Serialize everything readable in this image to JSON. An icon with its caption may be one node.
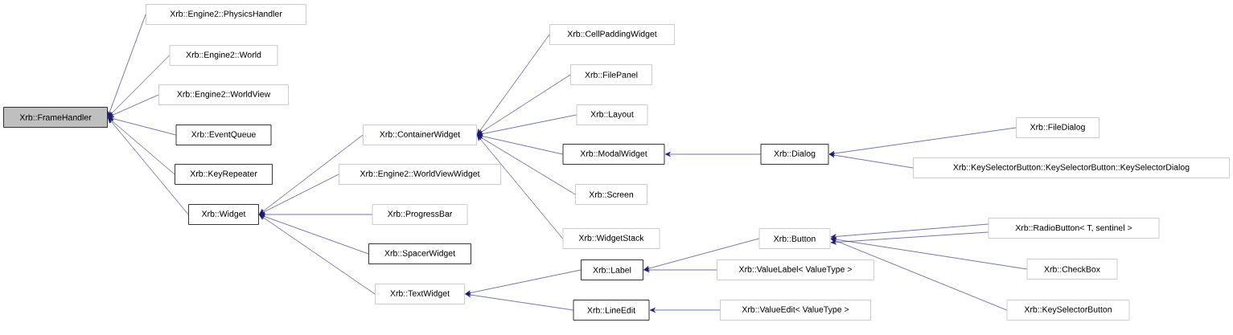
{
  "diagram": {
    "nodes": [
      {
        "text": [
          "Xrb::FrameHandler"
        ]
      },
      {
        "text": [
          "Xrb::Engine2::PhysicsHandler"
        ]
      },
      {
        "text": [
          "Xrb::Engine2::World"
        ]
      },
      {
        "text": [
          "Xrb::Engine2::WorldView"
        ]
      },
      {
        "text": [
          "Xrb::EventQueue"
        ]
      },
      {
        "text": [
          "Xrb::KeyRepeater"
        ]
      },
      {
        "text": [
          "Xrb::Widget"
        ]
      },
      {
        "text": [
          "Xrb::ContainerWidget"
        ]
      },
      {
        "text": [
          "Xrb::Engine2::WorldViewWidget"
        ]
      },
      {
        "text": [
          "Xrb::ProgressBar"
        ]
      },
      {
        "text": [
          "Xrb::SpacerWidget"
        ]
      },
      {
        "text": [
          "Xrb::TextWidget"
        ]
      },
      {
        "text": [
          "Xrb::CellPaddingWidget"
        ]
      },
      {
        "text": [
          "Xrb::FilePanel"
        ]
      },
      {
        "text": [
          "Xrb::Layout"
        ]
      },
      {
        "text": [
          "Xrb::ModalWidget"
        ]
      },
      {
        "text": [
          "Xrb::Screen"
        ]
      },
      {
        "text": [
          "Xrb::WidgetStack"
        ]
      },
      {
        "text": [
          "Xrb::Dialog"
        ]
      },
      {
        "text": [
          "Xrb::Button"
        ]
      },
      {
        "text": [
          "Xrb::Label"
        ]
      },
      {
        "text": [
          "Xrb::LineEdit"
        ]
      },
      {
        "text": [
          "Xrb::FileDialog"
        ]
      },
      {
        "text": [
          "Xrb::KeySelectorButton::KeySelectorButton::KeySelectorDialog"
        ]
      },
      {
        "text": [
          "Xrb::ValueLabel< ValueType >"
        ]
      },
      {
        "text": [
          "Xrb::ValueEdit< ValueType >"
        ]
      },
      {
        "text": [
          "Xrb::RadioButton< T, sentinel >"
        ]
      },
      {
        "text": [
          "Xrb::CheckBox"
        ]
      },
      {
        "text": [
          "Xrb::KeySelectorButton"
        ]
      }
    ],
    "edges": [
      {
        "from": 1,
        "to": 0,
        "arrow": "to"
      },
      {
        "from": 2,
        "to": 0,
        "arrow": "to"
      },
      {
        "from": 3,
        "to": 0,
        "arrow": "to"
      },
      {
        "from": 4,
        "to": 0,
        "arrow": "to"
      },
      {
        "from": 5,
        "to": 0,
        "arrow": "to"
      },
      {
        "from": 6,
        "to": 0,
        "arrow": "to"
      },
      {
        "from": 7,
        "to": 6,
        "arrow": "to"
      },
      {
        "from": 8,
        "to": 6,
        "arrow": "to"
      },
      {
        "from": 9,
        "to": 6,
        "arrow": "to"
      },
      {
        "from": 10,
        "to": 6,
        "arrow": "to"
      },
      {
        "from": 11,
        "to": 6,
        "arrow": "to"
      },
      {
        "from": 12,
        "to": 7,
        "arrow": "to"
      },
      {
        "from": 13,
        "to": 7,
        "arrow": "to"
      },
      {
        "from": 14,
        "to": 7,
        "arrow": "to"
      },
      {
        "from": 15,
        "to": 7,
        "arrow": "to"
      },
      {
        "from": 16,
        "to": 7,
        "arrow": "to"
      },
      {
        "from": 17,
        "to": 7,
        "arrow": "to"
      },
      {
        "from": 18,
        "to": 15,
        "arrow": "to"
      },
      {
        "from": 22,
        "to": 18,
        "arrow": "to"
      },
      {
        "from": 23,
        "to": 18,
        "arrow": "to"
      },
      {
        "from": 20,
        "to": 11,
        "arrow": "to"
      },
      {
        "from": 21,
        "to": 11,
        "arrow": "to"
      },
      {
        "from": 19,
        "to": 20,
        "arrow": "to"
      },
      {
        "from": 24,
        "to": 20,
        "arrow": "to"
      },
      {
        "from": 25,
        "to": 21,
        "arrow": "to"
      },
      {
        "from": 26,
        "to": 19,
        "arrow": "to"
      },
      {
        "from": 26,
        "to": 19,
        "arrow": "to"
      },
      {
        "from": 27,
        "to": 19,
        "arrow": "to"
      },
      {
        "from": 28,
        "to": 19,
        "arrow": "to"
      }
    ]
  }
}
